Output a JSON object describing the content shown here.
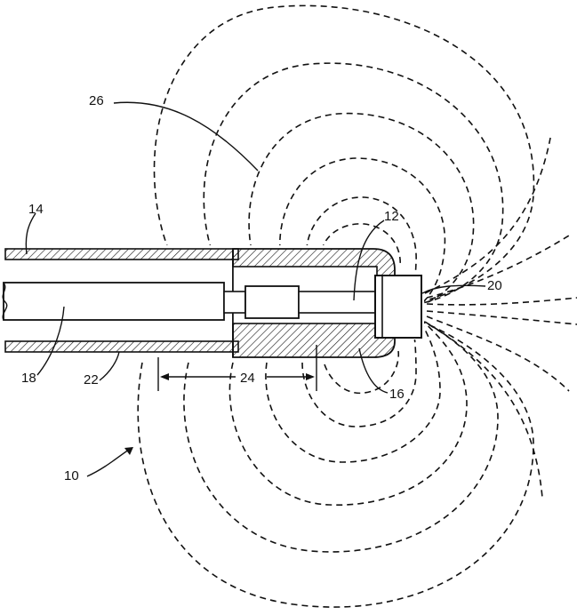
{
  "labels": {
    "l10": "10",
    "l12": "12",
    "l14": "14",
    "l16": "16",
    "l18": "18",
    "l20": "20",
    "l22": "22",
    "l24": "24",
    "l26": "26"
  },
  "colors": {
    "ink": "#111111",
    "paper": "#ffffff"
  }
}
